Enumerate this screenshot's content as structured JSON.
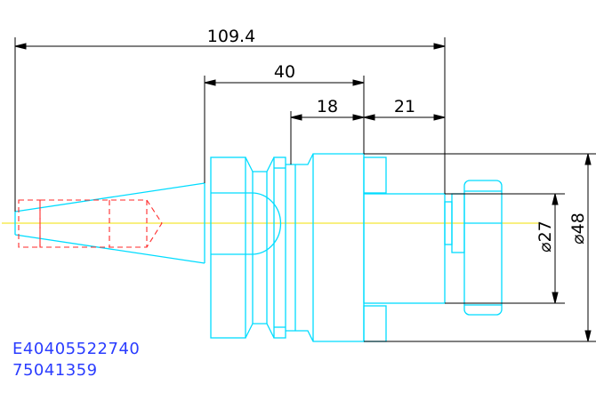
{
  "dimensions": {
    "overall_length": "109.4",
    "body_length": "40",
    "flange_length": "18",
    "nose_length": "21",
    "small_diameter": "⌀27",
    "large_diameter": "⌀48"
  },
  "codes": {
    "line1": "E40405522740",
    "line2": "75041359"
  },
  "colors": {
    "outline": "#00dcff",
    "thread": "#ff2a2a",
    "centerline": "#f0e000",
    "dimension": "#000000",
    "code_text": "#2a3cff"
  }
}
